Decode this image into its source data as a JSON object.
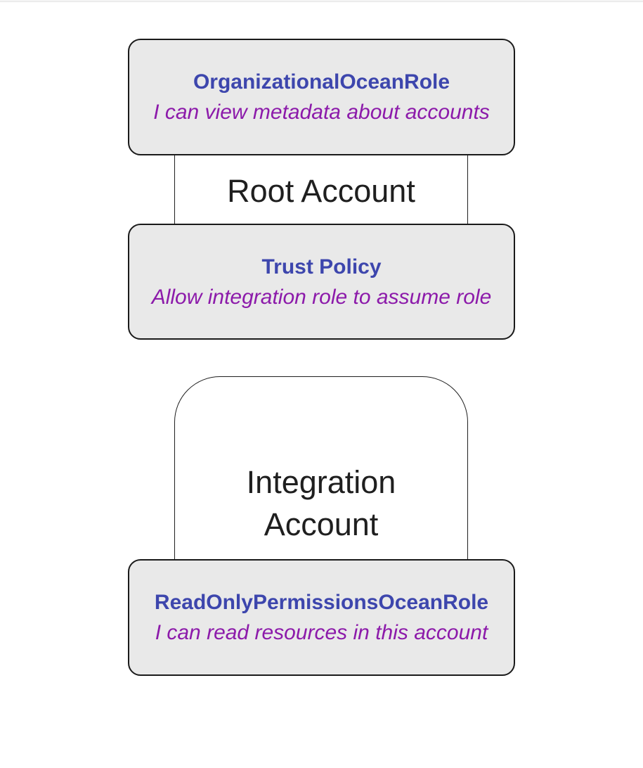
{
  "colors": {
    "canvas_bg": "#ffffff",
    "node_fill": "#e9e9e9",
    "node_border": "#1a1a1a",
    "subgraph_border": "#1f1f1f",
    "role_title": "#3d46ad",
    "role_desc": "#8c1aaa",
    "account_label": "#1f1f1f"
  },
  "diagram": {
    "root_account": {
      "label": "Root Account",
      "nodes": [
        {
          "title": "OrganizationalOceanRole",
          "description": "I can view metadata about accounts"
        },
        {
          "title": "Trust Policy",
          "description": "Allow integration role to assume role"
        }
      ]
    },
    "integration_account": {
      "label_lines": [
        "Integration",
        "Account"
      ],
      "nodes": [
        {
          "title": "ReadOnlyPermissionsOceanRole",
          "description": "I can read resources in this account"
        }
      ]
    }
  }
}
